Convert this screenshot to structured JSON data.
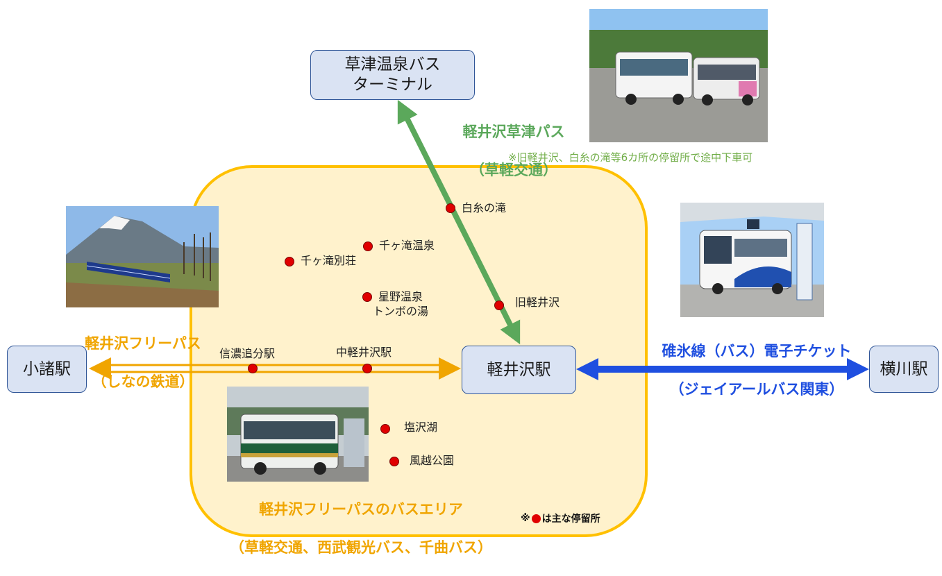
{
  "stations": {
    "kusatsu": "草津温泉バス\nターミナル",
    "karuizawa": "軽井沢駅",
    "komoro": "小諸駅",
    "yokokawa": "横川駅"
  },
  "routes": {
    "kusatsu_pass": {
      "name": "軽井沢草津パス",
      "operator": "（草軽交通）",
      "note": "※旧軽井沢、白糸の滝等6カ所の停留所で途中下車可",
      "color": "#5ba85b"
    },
    "free_pass_rail": {
      "name": "軽井沢フリーパス",
      "operator": "（しなの鉄道）",
      "color": "#f0a500"
    },
    "usui_line": {
      "name": "碓氷線（バス）電子チケット",
      "operator": "（ジェイアールバス関東）",
      "color": "#1f4fe0"
    }
  },
  "area": {
    "title": "軽井沢フリーパスのバスエリア",
    "operators": "（草軽交通、西武観光バス、千曲バス）",
    "legend_prefix": "※",
    "legend_suffix": "は主な停留所"
  },
  "stops": {
    "shiraito": "白糸の滝",
    "chigataki_onsen": "千ヶ滝温泉",
    "chigataki_bessou": "千ヶ滝別荘",
    "hoshino": "星野温泉\nトンボの湯",
    "kyu_karuizawa": "旧軽井沢",
    "shinano_oiwake": "信濃追分駅",
    "naka_karuizawa": "中軽井沢駅",
    "shiozawako": "塩沢湖",
    "kazakoshi": "風越公園"
  },
  "colors": {
    "area_fill": "#fff2cc",
    "area_border": "#ffc000",
    "stop_dot": "#e00000",
    "station_fill": "#dae3f3"
  }
}
